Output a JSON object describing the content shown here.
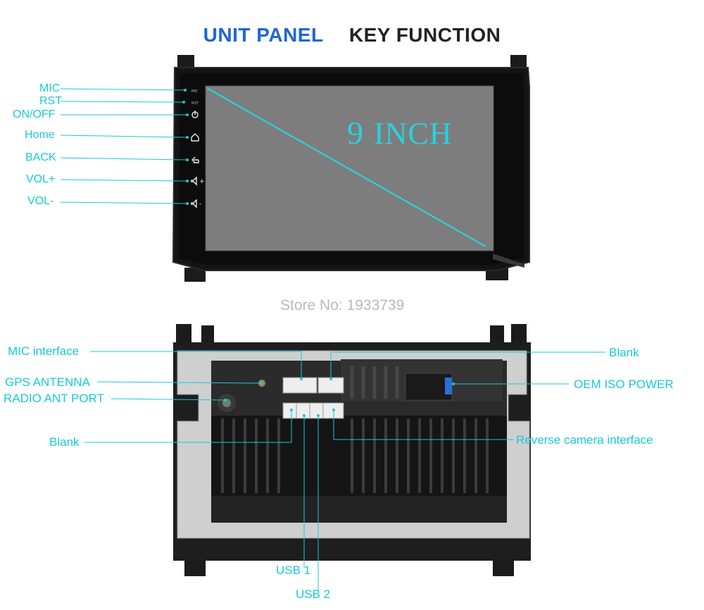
{
  "heading": {
    "left": "UNIT PANEL",
    "right": "KEY FUNCTION"
  },
  "screen": {
    "size_num": "9",
    "size_unit": "INCH"
  },
  "front_labels": [
    "MIC",
    "RST",
    "ON/OFF",
    "Home",
    "BACK",
    "VOL+",
    "VOL-"
  ],
  "button_markings": {
    "mic": "MIC",
    "rst": "RST"
  },
  "watermark": "Store No: 1933739",
  "rear_labels": {
    "mic_interface": "MIC interface",
    "gps_antenna": "GPS ANTENNA",
    "radio_ant_port": "RADIO ANT PORT",
    "blank_left": "Blank",
    "blank_right": "Blank",
    "oem_iso_power": "OEM ISO POWER",
    "reverse_camera": "Reverse camera interface",
    "usb1": "USB 1",
    "usb2": "USB 2"
  },
  "colors": {
    "accent": "#18c9d9",
    "title_blue": "#1f66d6",
    "title_dark": "#222222",
    "bezel": "#111111",
    "screen": "#7a7a7a"
  }
}
